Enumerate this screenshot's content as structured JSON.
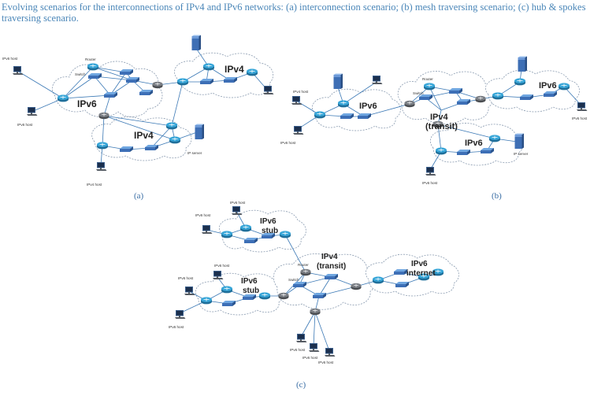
{
  "caption": "Evolving scenarios for the interconnections of IPv4 and IPv6 networks: (a) interconnection scenario; (b) mesh traversing scenario; (c) hub & spokes traversing scenario.",
  "panels": {
    "a": {
      "label": "(a)",
      "networks": {
        "ipv6": "IPv6",
        "ipv4_top": "IPv4",
        "ipv4_bottom": "IPv4"
      },
      "labels": {
        "ipv6_host_top": "IPv6 host",
        "ipv6_host_bottom": "IPv6 host",
        "router": "Router",
        "switch": "Switch",
        "ip_server": "IP server",
        "ipv4_host": "IPv4 host"
      }
    },
    "b": {
      "label": "(b)",
      "networks": {
        "ipv6_left": "IPv6",
        "ipv4_transit_1": "IPv4",
        "ipv4_transit_2": "(transit)",
        "ipv6_right": "IPv6",
        "ipv6_bottom": "IPv6"
      },
      "labels": {
        "ipv4_host_left": "IPv4 host",
        "ipv6_host_left": "IPv6 host",
        "router": "Router",
        "switch": "Switch",
        "ipv6_host_right": "IPv6 host",
        "ip_server": "IP server",
        "ipv6_host_bottom": "IPv6 host"
      }
    },
    "c": {
      "label": "(c)",
      "networks": {
        "stub_top_1": "IPv6",
        "stub_top_2": "stub",
        "stub_mid_1": "IPv6",
        "stub_mid_2": "stub",
        "transit_1": "IPv4",
        "transit_2": "(transit)",
        "internet_1": "IPv6",
        "internet_2": "internet"
      },
      "labels": {
        "top_host_a": "IPv6 host",
        "top_host_b": "IPv6 host",
        "mid_host_a": "IPv6 host",
        "mid_host_b": "IPv6 host",
        "mid_host_c": "IPv6 host",
        "router": "Router",
        "switch": "Switch",
        "bottom_host_a": "IPv6 host",
        "bottom_host_b": "IPv6 host",
        "bottom_host_c": "IPv6 host"
      }
    }
  },
  "colors": {
    "caption": "#4a86b8",
    "link": "#3a78b5",
    "router": "#2f96c9",
    "router_gray": "#6b6e73",
    "switch": "#3d6fb6",
    "cloud_border": "#8a9bb0"
  }
}
